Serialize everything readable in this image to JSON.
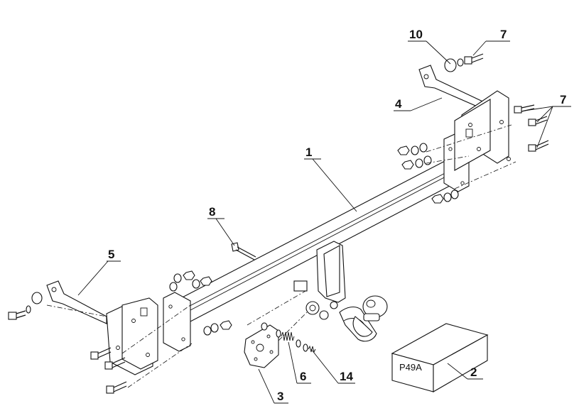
{
  "diagram": {
    "callouts": {
      "c1": "1",
      "c2": "2",
      "c3": "3",
      "c4": "4",
      "c5": "5",
      "c6": "6",
      "c7a": "7",
      "c7b": "7",
      "c8": "8",
      "c10": "10",
      "c14": "14"
    },
    "box_label": "P49A"
  }
}
